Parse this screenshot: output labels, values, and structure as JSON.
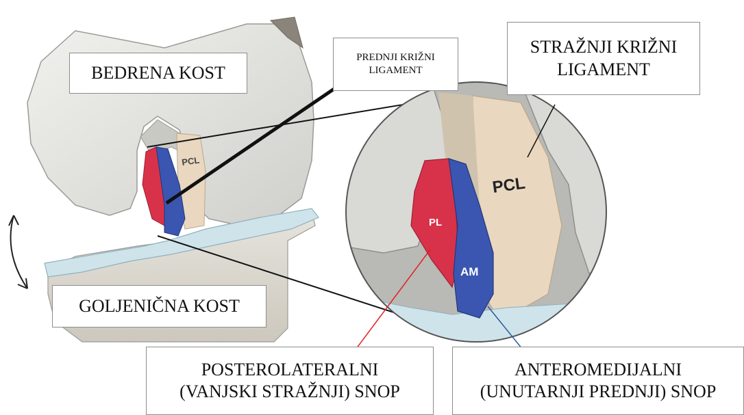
{
  "labels": {
    "femur": "BEDRENA KOST",
    "acl_line1": "PREDNJI KRIŽNI",
    "acl_line2": "LIGAMENT",
    "pcl_line1": "STRAŽNJI KRIŽNI",
    "pcl_line2": "LIGAMENT",
    "tibia": "GOLJENIČNA KOST",
    "pl_line1": "POSTEROLATERALNI",
    "pl_line2": "(VANJSKI STRAŽNJI) SNOP",
    "am_line1": "ANTEROMEDIJALNI",
    "am_line2": "(UNUTARNJI PREDNJI) SNOP"
  },
  "figure_marks": {
    "pcl_small": "PCL",
    "pcl_zoom": "PCL",
    "pl_zoom": "PL",
    "am_zoom": "AM"
  },
  "colors": {
    "bone": "#e4e4e1",
    "bone_shadow": "#b7b7b3",
    "meniscus": "#cfe3ea",
    "pcl_tissue": "#e9d7bf",
    "pl_bundle": "#d8324a",
    "am_bundle": "#3a56b0",
    "pl_leader": "#e02020",
    "am_leader": "#2a5aa0"
  }
}
